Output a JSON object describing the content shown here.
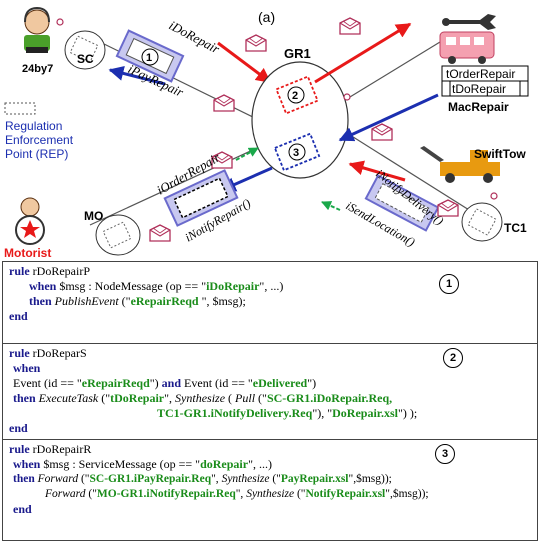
{
  "diagram": {
    "caption": "(a)",
    "gateway_label": "GR1",
    "nodes": {
      "sc": "SC",
      "agent": "24by7",
      "mo": "MO",
      "motorist": "Motorist",
      "tc1": "TC1",
      "swifttow": "SwiftTow",
      "macrepair": "MacRepair"
    },
    "macrepair_ops": [
      "tOrderRepair",
      "tDoRepair"
    ],
    "messages": {
      "idorepair": "iDoRepair",
      "ipayrepair": "iPayRepair",
      "iorderrepair": "iOrderRepair",
      "inotifyrepair": "iNotifyRepair()",
      "inotifydelivery": "iNotifyDelivery()",
      "isendlocation": "iSendLocation()"
    },
    "legend": {
      "line1": "Regulation",
      "line2": "Enforcement",
      "line3": "Point (REP)"
    },
    "rep_numbers": [
      "1",
      "2",
      "3"
    ],
    "colors": {
      "red": "#e81919",
      "blue": "#1c2fb0",
      "green": "#1aa84a",
      "rep_fill": "#c8c8f0",
      "rep_stroke": "#6a6acc"
    }
  },
  "rules": [
    {
      "num": "1",
      "l1_kw": "rule",
      "l1_txt": " rDoRepairP",
      "l2_kw": "when",
      "l2_a": "  $msg : NodeMessage (op == \"",
      "l2_g": "iDoRepair",
      "l2_b": "\", ...)",
      "l3_kw": "then",
      "l3_it": "  PublishEvent",
      "l3_a": "  (\"",
      "l3_g": "eRepairReqd ",
      "l3_b": "\", $msg);",
      "end": "end"
    },
    {
      "num": "2",
      "l1_kw": "rule",
      "l1_txt": " rDoReparS",
      "l2_kw": "when",
      "l3_a": "Event (id == \"",
      "l3_g1": "eRepairReqd",
      "l3_b": "\") ",
      "l3_and": "and",
      "l3_c": "  Event (id == \"",
      "l3_g2": "eDelivered",
      "l3_d": "\")",
      "l4_kw": "then",
      "l4_it1": " ExecuteTask",
      "l4_a": " (\"",
      "l4_g1": "tDoRepair",
      "l4_b": "\", ",
      "l4_it2": "Synthesize",
      "l4_c": " ( ",
      "l4_it3": "Pull",
      "l4_d": " (\"",
      "l4_g2": "SC-GR1.iDoRepair.Req,",
      "l5_g": "TC1-GR1.iNotifyDelivery.Req",
      "l5_a": "\"), \"",
      "l5_g2": "DoRepair.xsl",
      "l5_b": "\") );",
      "end": "end"
    },
    {
      "num": "3",
      "l1_kw": "rule",
      "l1_txt": " rDoRepairR",
      "l2_kw": "when",
      "l2_a": "  $msg : ServiceMessage  (op == \"",
      "l2_g": "doRepair",
      "l2_b": "\", ...)",
      "l3_kw": "then",
      "l3_it": " Forward",
      "l3_a": " (\"",
      "l3_g": "SC-GR1.iPayRepair.Req",
      "l3_b": "\", ",
      "l3_it2": "Synthesize",
      "l3_c": " (\"",
      "l3_g2": "PayRepair.xsl",
      "l3_d": "\",$msg));",
      "l4_it": "Forward",
      "l4_a": " (\"",
      "l4_g": "MO-GR1.iNotifyRepair.Req",
      "l4_b": "\", ",
      "l4_it2": "Synthesize",
      "l4_c": " (\"",
      "l4_g2": "NotifyRepair.xsl",
      "l4_d": "\",$msg));",
      "end": "end"
    }
  ]
}
